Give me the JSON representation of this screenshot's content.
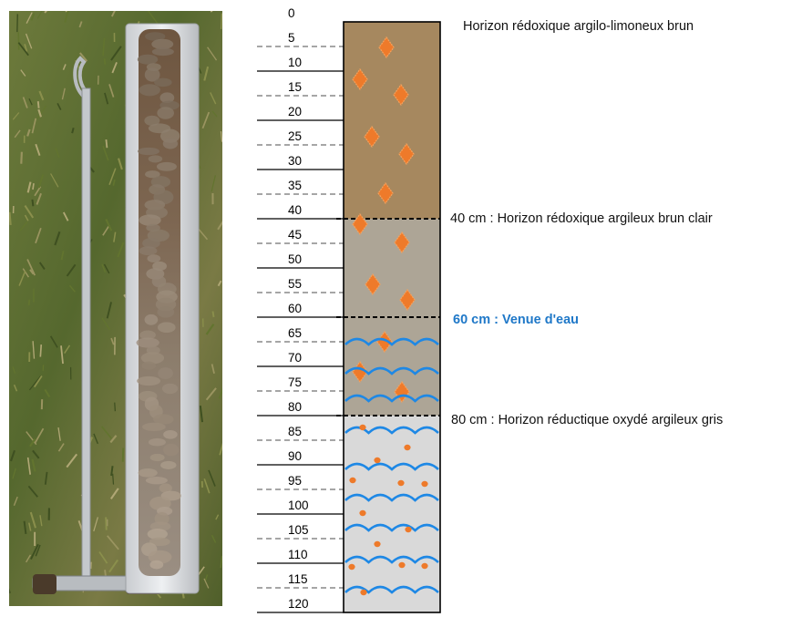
{
  "depth_scale": {
    "unit": "cm",
    "ticks": [
      "0",
      "5",
      "10",
      "15",
      "20",
      "25",
      "30",
      "35",
      "40",
      "45",
      "50",
      "55",
      "60",
      "65",
      "70",
      "75",
      "80",
      "85",
      "90",
      "95",
      "100",
      "105",
      "110",
      "115",
      "120"
    ]
  },
  "horizons": [
    {
      "top_cm": 0,
      "bottom_cm": 40,
      "color": "#a6885f",
      "label": "Horizon rédoxique argilo-limoneux brun"
    },
    {
      "top_cm": 40,
      "bottom_cm": 80,
      "color": "#ada596",
      "label": "40 cm : Horizon rédoxique  argileux brun clair"
    },
    {
      "top_cm": 80,
      "bottom_cm": 120,
      "color": "#d9d9d9",
      "label": "80 cm : Horizon réductique  oxydé argileux gris"
    }
  ],
  "water_inflow": {
    "depth_cm": 60,
    "label": "60 cm : Venue d'eau",
    "color": "#1f78c8"
  },
  "symbols": {
    "redox_spot_color": "#ee7a2a",
    "redox_spot_icon": "orange-diamond-icon",
    "oxide_dot_icon": "orange-dot-icon",
    "water_icon": "blue-wave-icon",
    "water_color": "#1e88e5"
  },
  "photo": {
    "subject": "soil-auger-core-on-grass"
  }
}
